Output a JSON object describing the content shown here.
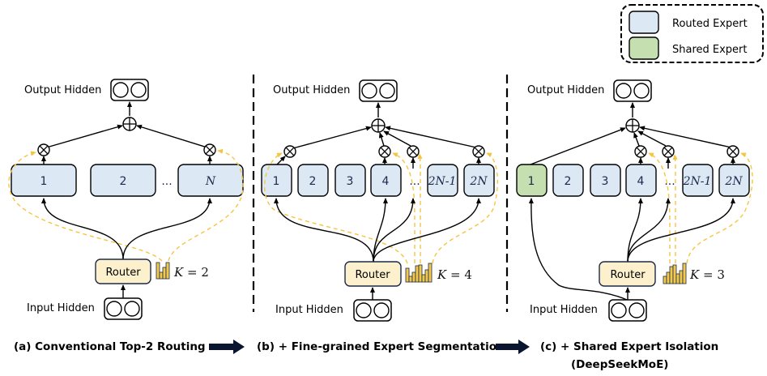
{
  "legend": {
    "routed_label": "Routed Expert",
    "shared_label": "Shared Expert",
    "routed_color": "#dde8f5",
    "shared_color": "#c5dfb0"
  },
  "colors": {
    "router_fill": "#fdf0cc",
    "bar_fill": "#f2c94c",
    "dashed_route": "#f5c542",
    "line": "#000000"
  },
  "panels": [
    {
      "id": "a",
      "output_label": "Output Hidden",
      "input_label": "Input Hidden",
      "router_label": "Router",
      "k_label": "K",
      "k_value": "= 2",
      "experts": [
        "1",
        "2",
        "N"
      ],
      "ellipsis": "...",
      "caption": "(a) Conventional Top-2 Routing"
    },
    {
      "id": "b",
      "output_label": "Output Hidden",
      "input_label": "Input Hidden",
      "router_label": "Router",
      "k_label": "K",
      "k_value": "= 4",
      "experts": [
        "1",
        "2",
        "3",
        "4",
        "2N-1",
        "2N"
      ],
      "ellipsis": "...",
      "caption": "(b) + Fine-grained Expert Segmentation"
    },
    {
      "id": "c",
      "output_label": "Output Hidden",
      "input_label": "Input Hidden",
      "router_label": "Router",
      "k_label": "K",
      "k_value": "= 3",
      "experts": [
        "1",
        "2",
        "3",
        "4",
        "2N-1",
        "2N"
      ],
      "ellipsis": "...",
      "caption": "(c) + Shared Expert Isolation",
      "caption_line2": "(DeepSeekMoE)"
    }
  ]
}
